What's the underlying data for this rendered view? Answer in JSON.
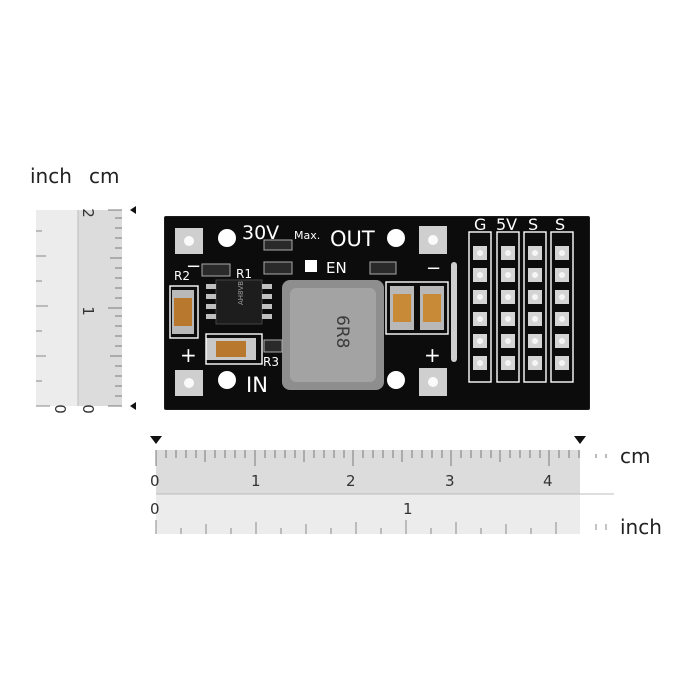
{
  "vertical_ruler": {
    "label_inch": "inch",
    "label_cm": "cm",
    "cm_ticks": [
      "2",
      "1",
      "0"
    ],
    "inch_ticks": [
      "0"
    ]
  },
  "horizontal_ruler": {
    "label_cm": "cm",
    "label_inch": "inch",
    "cm_ticks": [
      "0",
      "1",
      "2",
      "3",
      "4"
    ],
    "inch_ticks": [
      "0",
      "1"
    ]
  },
  "board": {
    "voltage_label": "30V",
    "max_label": "Max.",
    "out_label": "OUT",
    "in_label": "IN",
    "en_label": "EN",
    "pin_headers": [
      "G",
      "5V",
      "S",
      "S"
    ],
    "r1": "R1",
    "r2": "R2",
    "r3": "R3",
    "inductor_marking": "6R8",
    "minus_left": "−",
    "minus_right": "−",
    "plus_left": "+",
    "plus_right": "+",
    "chip_marking": "AH8VB"
  }
}
